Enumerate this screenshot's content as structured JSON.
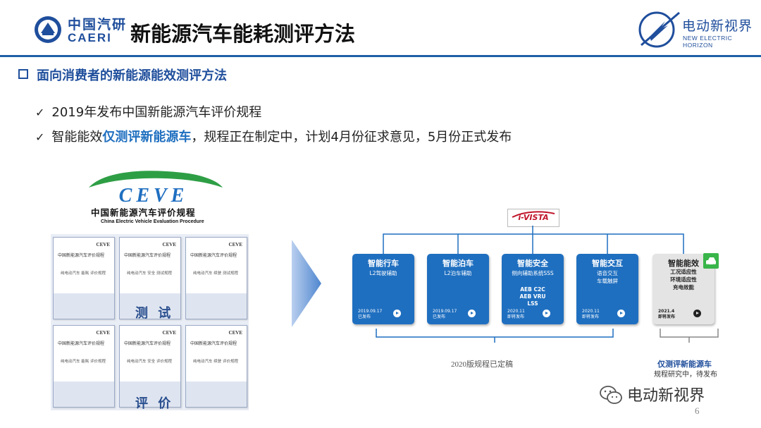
{
  "header": {
    "org_cn": "中国汽研",
    "org_en": "CAERI",
    "title": "新能源汽车能耗测评方法",
    "brand_cn": "电动新视界",
    "brand_en": "NEW ELECTRIC HORIZON"
  },
  "section": {
    "title": "面向消费者的新能源能效测评方法",
    "bullets": [
      {
        "check": "✓",
        "text": "2019年发布中国新能源汽车评价规程"
      },
      {
        "check": "✓",
        "pre": "智能能效",
        "highlight": "仅测评新能源车",
        "post": "，规程正在制定中，计划4月份征求意见，5月份正式发布"
      }
    ]
  },
  "ceve": {
    "logo_text": "CEVE",
    "title_cn": "中国新能源汽车评价规程",
    "title_en": "China Electric Vehicle Evaluation Procedure",
    "doc_header": "CEVE",
    "doc_title": "中国新能源汽车评价规程",
    "doc_subs": [
      "纯电动汽车 能耗 评价规程",
      "纯电动汽车 安全 测试规程",
      "纯电动汽车 续驶 测试规程",
      "纯电动汽车 能耗 评价规程",
      "纯电动汽车 安全 评价规程",
      "纯电动汽车 续驶 评价规程"
    ],
    "overlay_test": "测 试",
    "overlay_eval": "评 价"
  },
  "ivista": {
    "logo_text": "i-VISTA"
  },
  "cards": [
    {
      "title": "智能行车",
      "desc": "L2驾驶辅助",
      "date": "2019.09.17",
      "status": "已发布"
    },
    {
      "title": "智能泊车",
      "desc": "L2泊车辅助",
      "date": "2019.09.17",
      "status": "已发布"
    },
    {
      "title": "智能安全",
      "desc": "侧向辅助系统SSS",
      "desc2": "AEB C2C\nAEB VRU\nLSS",
      "date": "2020.11",
      "status": "即将发布"
    },
    {
      "title": "智能交互",
      "desc": "语音交互\n车载触屏",
      "date": "2020.11",
      "status": "即将发布"
    },
    {
      "title": "智能能效",
      "desc": "工况适应性\n环境适应性\n充电效能",
      "date": "2021.4",
      "status": "即将发布"
    }
  ],
  "bracket_label": "2020版规程已定稿",
  "only_label": "仅测评新能源车",
  "only_sub": "规程研究中，待发布",
  "watermark": "电动新视界",
  "page_number": "6",
  "colors": {
    "primary": "#1f4e9c",
    "card_blue": "#1f6fc0",
    "accent_green": "#39b54a"
  }
}
